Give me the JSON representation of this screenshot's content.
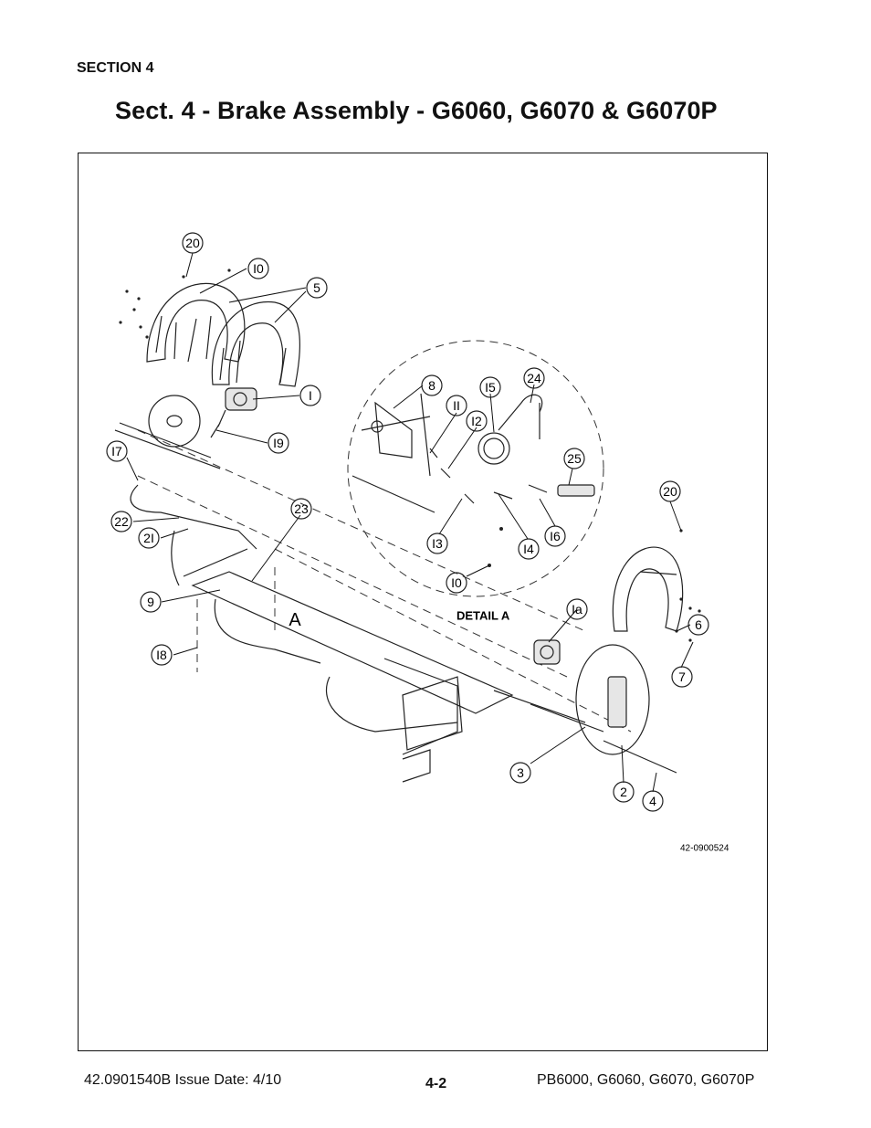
{
  "header": {
    "section": "SECTION 4",
    "title": "Sect. 4 - Brake Assembly - G6060, G6070 & G6070P"
  },
  "diagram": {
    "drawing_number": "42-0900524",
    "detail_label": "DETAIL A",
    "detail_marker": "A",
    "callouts": [
      {
        "id": "c20a",
        "text": "20"
      },
      {
        "id": "c10a",
        "text": "I0"
      },
      {
        "id": "c5",
        "text": "5"
      },
      {
        "id": "c1",
        "text": "I"
      },
      {
        "id": "c19",
        "text": "I9"
      },
      {
        "id": "c17",
        "text": "I7"
      },
      {
        "id": "c22",
        "text": "22"
      },
      {
        "id": "c21",
        "text": "2I"
      },
      {
        "id": "c23",
        "text": "23"
      },
      {
        "id": "c9",
        "text": "9"
      },
      {
        "id": "c18",
        "text": "I8"
      },
      {
        "id": "c8",
        "text": "8"
      },
      {
        "id": "c11",
        "text": "II"
      },
      {
        "id": "c12",
        "text": "I2"
      },
      {
        "id": "c15",
        "text": "I5"
      },
      {
        "id": "c24",
        "text": "24"
      },
      {
        "id": "c25",
        "text": "25"
      },
      {
        "id": "c13",
        "text": "I3"
      },
      {
        "id": "c14",
        "text": "I4"
      },
      {
        "id": "c16",
        "text": "I6"
      },
      {
        "id": "c10b",
        "text": "I0"
      },
      {
        "id": "c20b",
        "text": "20"
      },
      {
        "id": "c1a",
        "text": "Ia"
      },
      {
        "id": "c6",
        "text": "6"
      },
      {
        "id": "c7",
        "text": "7"
      },
      {
        "id": "c3",
        "text": "3"
      },
      {
        "id": "c2",
        "text": "2"
      },
      {
        "id": "c4",
        "text": "4"
      }
    ]
  },
  "footer": {
    "left": "42.0901540B  Issue Date: 4/10",
    "center": "4-2",
    "right": "PB6000, G6060, G6070, G6070P"
  }
}
